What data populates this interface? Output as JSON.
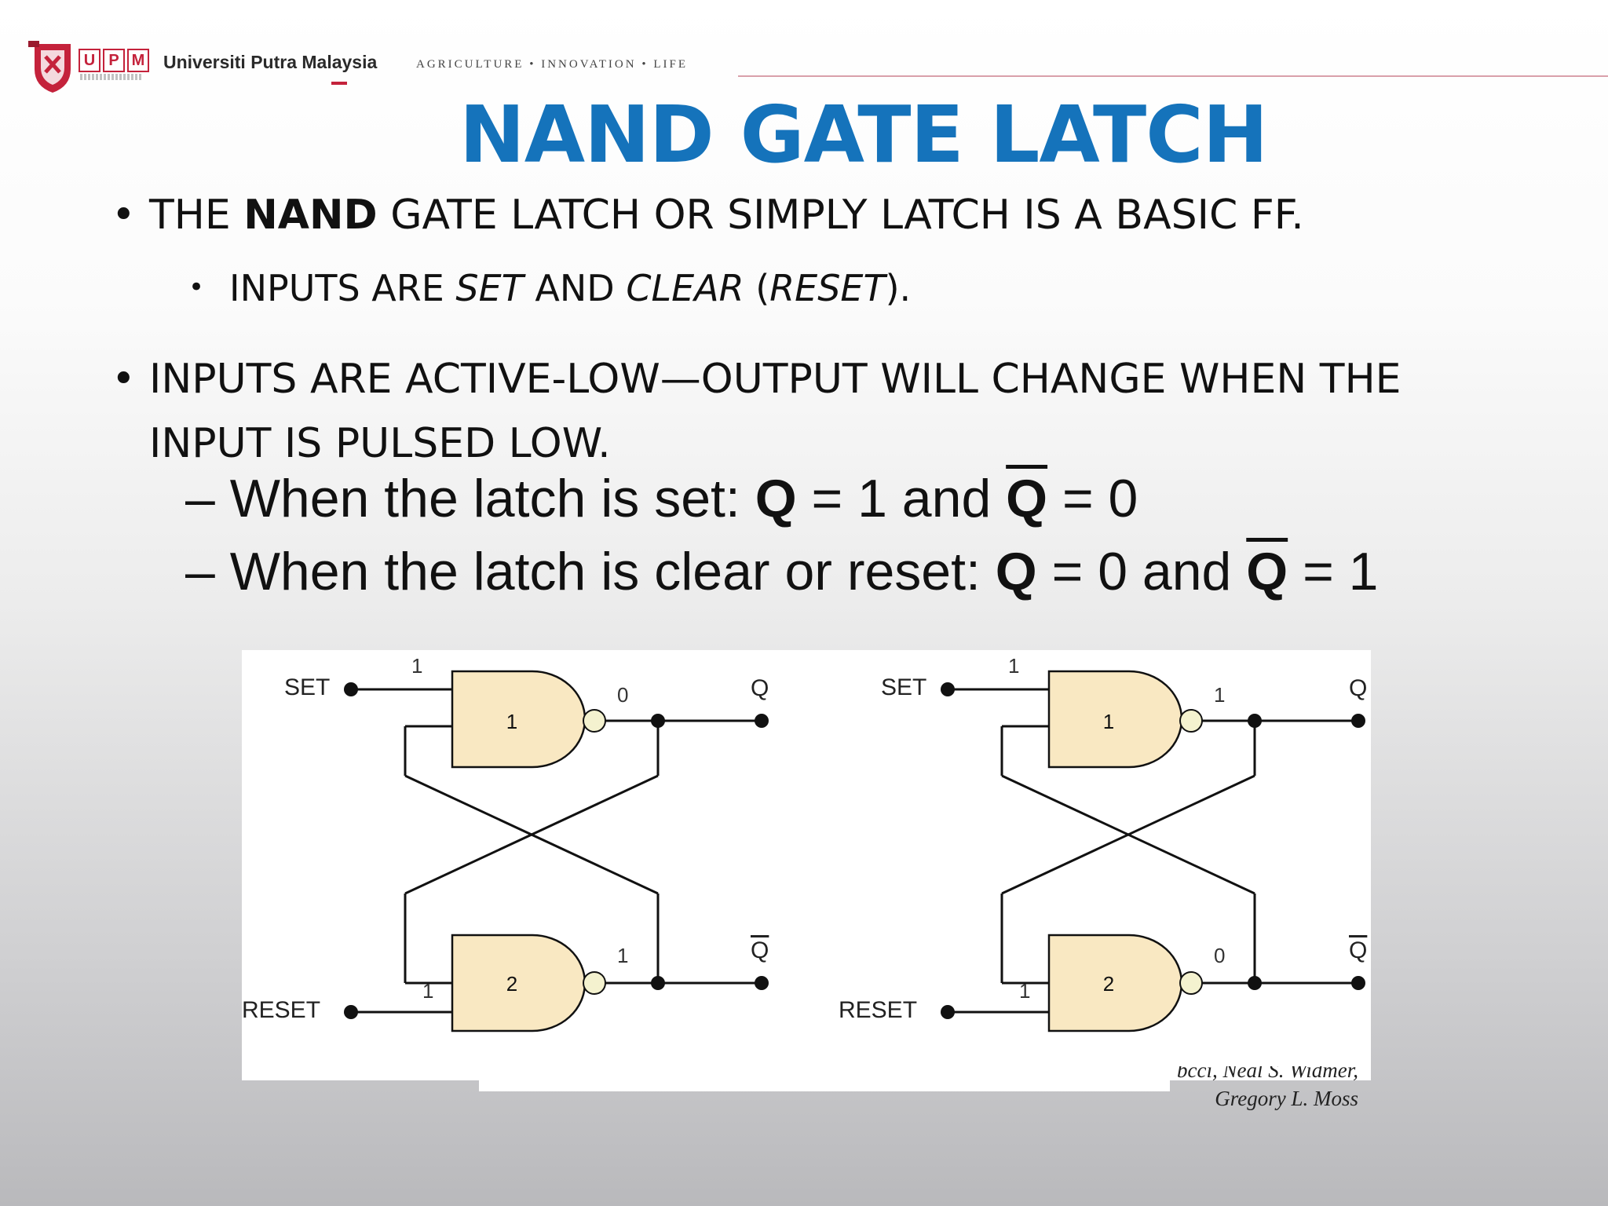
{
  "header": {
    "university": "Universiti Putra Malaysia",
    "tagline": "AGRICULTURE • INNOVATION • LIFE",
    "logo_letters": [
      "U",
      "P",
      "M"
    ]
  },
  "title": "NAND GATE LATCH",
  "bullets": {
    "b1": {
      "pre": "THE ",
      "bold": "NAND",
      "post": " GATE LATCH OR SIMPLY LATCH IS A BASIC FF."
    },
    "b2": {
      "pre": "INPUTS ARE ",
      "set": "SET",
      "mid": " AND ",
      "clear": "CLEAR",
      "open": " (",
      "reset": "RESET",
      "close": ")."
    },
    "b3": {
      "line1": "INPUTS ARE ACTIVE-LOW—OUTPUT WILL CHANGE WHEN THE",
      "line2": "INPUT IS PULSED LOW."
    }
  },
  "dashes": {
    "d1": {
      "pre": "– When the latch is set: ",
      "q": "Q",
      "eq1": " = 1 and ",
      "qbar": "Q",
      "eq2": " = 0"
    },
    "d2": {
      "pre": "– When the latch is clear or reset:  ",
      "q": "Q",
      "eq1": " = 0 and ",
      "qbar": "Q",
      "eq2": " = 1"
    }
  },
  "diagram": {
    "left": {
      "set_label": "SET",
      "reset_label": "RESET",
      "set_in": "1",
      "reset_in": "1",
      "gate1": "1",
      "gate2": "2",
      "out1": "0",
      "out2": "1",
      "q_label": "Q",
      "qbar_label": "Q"
    },
    "right": {
      "set_label": "SET",
      "reset_label": "RESET",
      "set_in": "1",
      "reset_in": "1",
      "gate1": "1",
      "gate2": "2",
      "out1": "1",
      "out2": "0",
      "q_label": "Q",
      "qbar_label": "Q"
    }
  },
  "credit": {
    "line1": "bcci, Neal S. Widmer,",
    "line2": "Gregory L. Moss"
  },
  "colors": {
    "title": "#1573bb",
    "gate_fill": "#f9e8c2",
    "bubble_fill": "#f4f2cf",
    "brand_red": "#c4223b"
  }
}
